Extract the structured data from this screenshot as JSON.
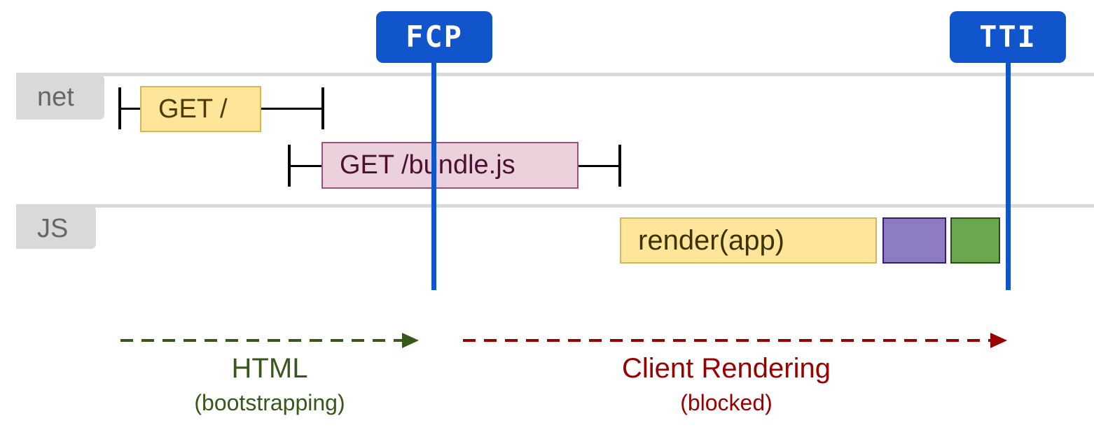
{
  "lanes": {
    "net": {
      "label": "net"
    },
    "js": {
      "label": "JS"
    }
  },
  "markers": {
    "fcp": {
      "label": "FCP"
    },
    "tti": {
      "label": "TTI"
    }
  },
  "requests": {
    "get_root": {
      "label": "GET /"
    },
    "get_bundle": {
      "label": "GET /bundle.js"
    }
  },
  "tasks": {
    "render_app": {
      "label": "render(app)"
    },
    "task_purple": {
      "label": ""
    },
    "task_green": {
      "label": ""
    }
  },
  "phases": {
    "html": {
      "title": "HTML",
      "subtitle": "(bootstrapping)"
    },
    "client": {
      "title": "Client Rendering",
      "subtitle": "(blocked)"
    }
  },
  "colors": {
    "marker_blue": "#1155cc",
    "lane_gray": "#d9d9d9",
    "lane_text": "#666666",
    "get_root_fill": "#ffe599",
    "get_root_border": "#d6b656",
    "get_root_text": "#4a3b00",
    "get_bundle_fill": "#ead1dc",
    "get_bundle_border": "#a64d79",
    "get_bundle_text": "#4c1130",
    "render_fill": "#ffe599",
    "render_border": "#d6b656",
    "purple_fill": "#8e7cc3",
    "purple_border": "#351c75",
    "green_fill": "#6aa84f",
    "green_border": "#274e13",
    "html_phase": "#38571a",
    "client_phase": "#990000"
  }
}
